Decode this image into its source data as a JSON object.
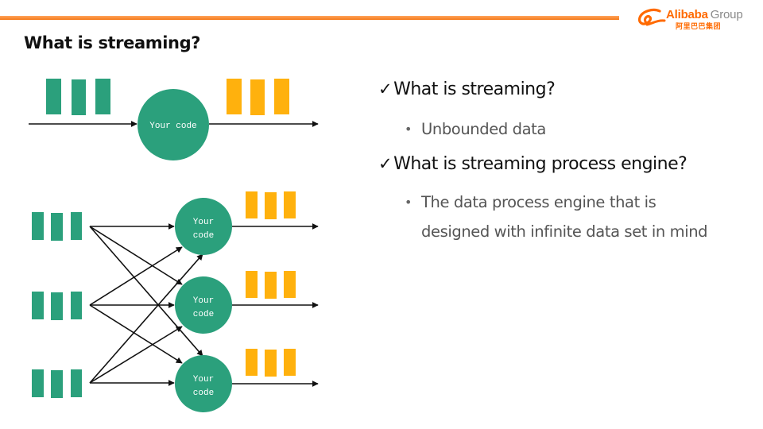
{
  "header": {
    "logo": {
      "brand": "Alibaba",
      "suffix": "Group",
      "cn": "阿里巴巴集团"
    },
    "accent_color": "#f57a1a"
  },
  "slide": {
    "title": "What is streaming?"
  },
  "diagram": {
    "colors": {
      "input": "#2ba07c",
      "output": "#ffb10d",
      "node": "#2ba07c",
      "arrow": "#111111"
    },
    "single": {
      "node_label": "Your code",
      "input_blocks": 3,
      "output_blocks": 3
    },
    "parallel": {
      "node_label_line1": "Your",
      "node_label_line2": "code",
      "sources": 3,
      "nodes": 3,
      "connections": "all-to-all"
    }
  },
  "bullets": [
    {
      "check": "✓",
      "text": "What is streaming?",
      "sub": [
        {
          "bullet": "•",
          "text": "Unbounded data"
        }
      ]
    },
    {
      "check": "✓",
      "text": "What is streaming process engine?",
      "sub": [
        {
          "bullet": "•",
          "text": "The data process engine that is designed with infinite data set in mind"
        }
      ]
    }
  ]
}
